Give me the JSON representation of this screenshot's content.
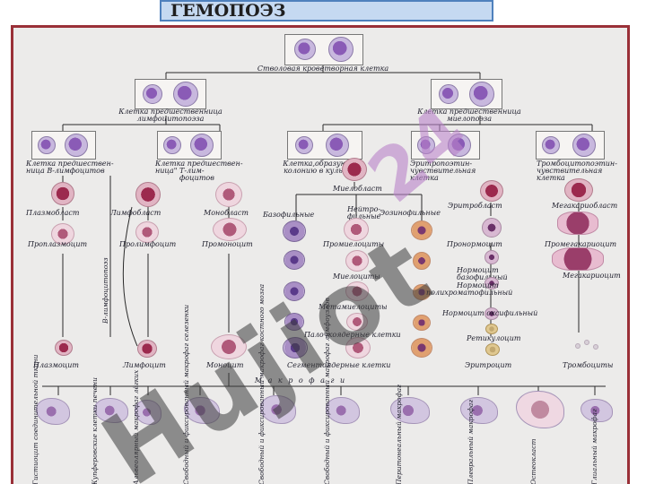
{
  "title": "ГЕМОПОЭЗ",
  "labels": {
    "stem": "Стволовая кроветворная клетка",
    "lymph_prog_1": "Клетка предшественница",
    "lymph_prog_2": "лимфоцитопоэза",
    "myelo_prog_1": "Клетка предшественница",
    "myelo_prog_2": "миелопоэза",
    "b_prec_1": "Клетка предшествен-",
    "b_prec_2": "ница    В-лимфоцитов",
    "t_prec_1": "Клетка предшествен-",
    "t_prec_2": "ница\" Т-лим-",
    "t_prec_3": "фоцитов",
    "cfu_1": "Клетка,образующая",
    "cfu_2": "колонию в культуре",
    "epo_1": "Эритропоэтин-",
    "epo_2": "чувствительная",
    "epo_3": "клетка",
    "tpo_1": "Тромбоцитопоэтин-",
    "tpo_2": "чувствительная",
    "tpo_3": "клетка",
    "plasmoblast": "Плазмобласт",
    "lymphoblast": "Лимфобласт",
    "monoblast": "Монобласт",
    "myeloblast": "Миелобласт",
    "erythroblast": "Эритробласт",
    "megakaryoblast": "Мегакариобласт",
    "basophilic": "Базофильные",
    "neutrophilic_1": "Нейтро-",
    "neutrophilic_2": "фильные",
    "eosinophilic": "Эозинофильные",
    "proplasmocyte": "Проплазмоцит",
    "prolymphocyte": "Пролимфоцит",
    "promonocyte": "Промоноцит",
    "promyelocytes": "Промиелоциты",
    "pronormocyte": "Пронормоцит",
    "promegakaryocyte": "Промегакариоцит",
    "normocyte_baso_1": "Нормоцит",
    "normocyte_baso_2": "базофильный",
    "megakaryocyte": "Мегакариоцит",
    "myelocytes": "Миелоциты",
    "normocyte_poly_1": "Нормоцит",
    "normocyte_poly_2": "полихроматофильный",
    "metamyelocytes": "Метамиелоциты",
    "normocyte_oxy": "Нормоцит  оксифильный",
    "band_cells": "Палочкоядерные  клетки",
    "reticulocyte": "Ретикулоцит",
    "b_lymphopoiesis": "В-лимфоцитопоэз",
    "plasmocyte": "Плазмоцит",
    "lymphocyte": "Лимфоцит",
    "monocyte": "Моноцит",
    "segmented": "Сегментоядерные  клетки",
    "erythrocyte": "Эритроцит",
    "platelets": "Тромбоциты",
    "macrophages": "М а к р о ф а г и"
  },
  "macrophages": [
    "Гистиоцит соединительной ткани",
    "Купферовские клетки печени",
    "Альвеолярный макрофаг лёгких",
    "Свободный и фиксированный макрофаг селезенки",
    "Свободный и фиксированный макрофаг костного мозга",
    "Свободный и фиксированный макрофаг лимфоузлов",
    "Перитонеальный макрофаг",
    "Плевральный макрофаг",
    "Остеокласт",
    "Глиальный макрофаг"
  ],
  "watermark": {
    "main": "Hujiot",
    "accent": "24"
  },
  "colors": {
    "title_bg": "#c5d9f1",
    "title_border": "#4f81bd",
    "panel_border": "#9a3038",
    "panel_bg": "#ecebea"
  }
}
